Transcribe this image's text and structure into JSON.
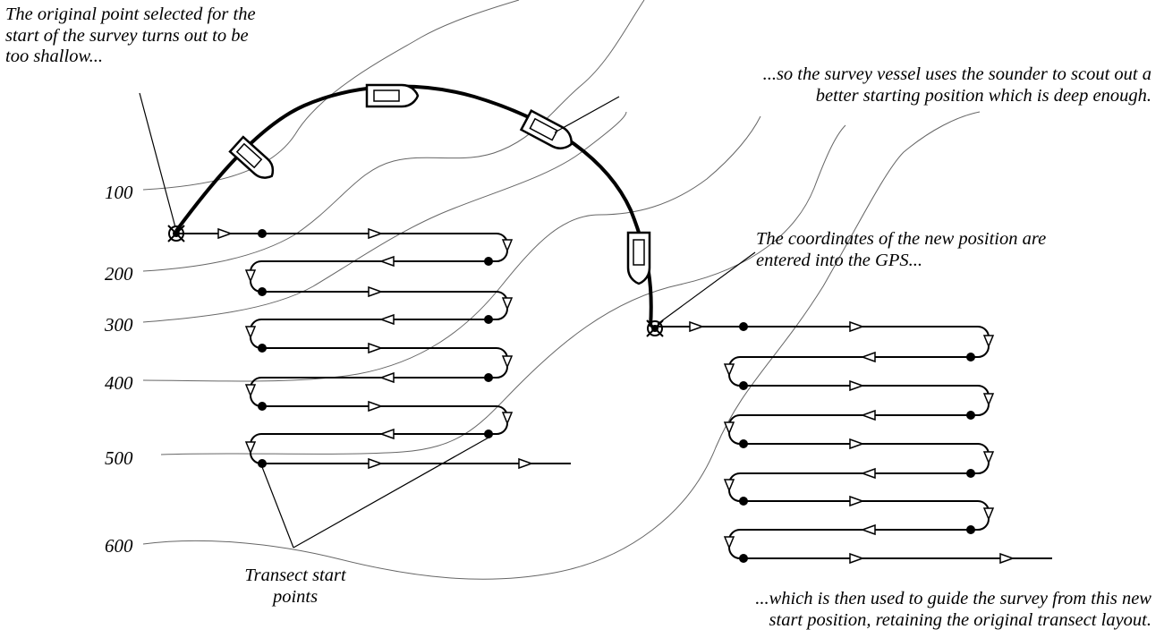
{
  "annotations": {
    "original_point": [
      "The original point selected for the",
      "start of the survey turns out to be",
      "too shallow..."
    ],
    "scout": [
      "...so the survey vessel uses the sounder to scout out a",
      "better starting position which is deep enough."
    ],
    "gps": [
      "The coordinates of the new position are",
      "entered into the GPS..."
    ],
    "transect": [
      "Transect start",
      "points"
    ],
    "guide": [
      "...which is then used to guide the survey from this new",
      "start position, retaining the original transect layout."
    ]
  },
  "depth_labels": [
    "100",
    "200",
    "300",
    "400",
    "500",
    "600"
  ],
  "colors": {
    "ink": "#000000",
    "background": "#ffffff",
    "contour": "#666666"
  }
}
